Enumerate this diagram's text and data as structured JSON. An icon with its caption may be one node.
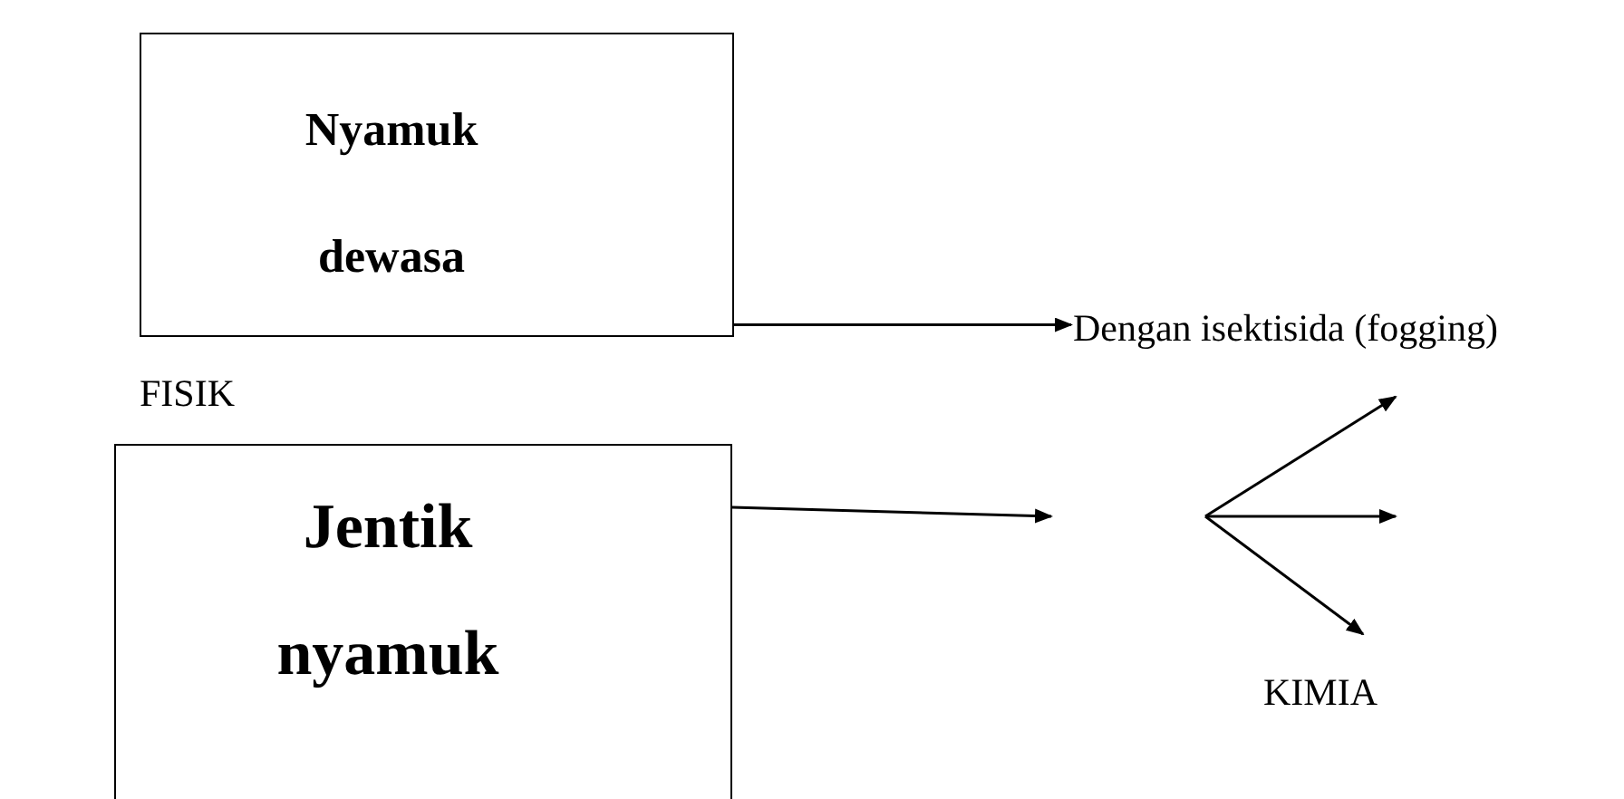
{
  "diagram": {
    "nodes": [
      {
        "text": [
          "Nyamuk dewasa"
        ]
      },
      {
        "text": [
          "Dengan isektisida (fogging)"
        ]
      },
      {
        "text": [
          "Jentik nyamuk"
        ]
      }
    ],
    "edges": [
      {
        "from": 0,
        "to": 1,
        "arrow": "to"
      },
      {
        "from": 2,
        "to": null,
        "arrow": "to"
      }
    ],
    "labels": [
      "FISIK",
      "KIMIA"
    ]
  }
}
